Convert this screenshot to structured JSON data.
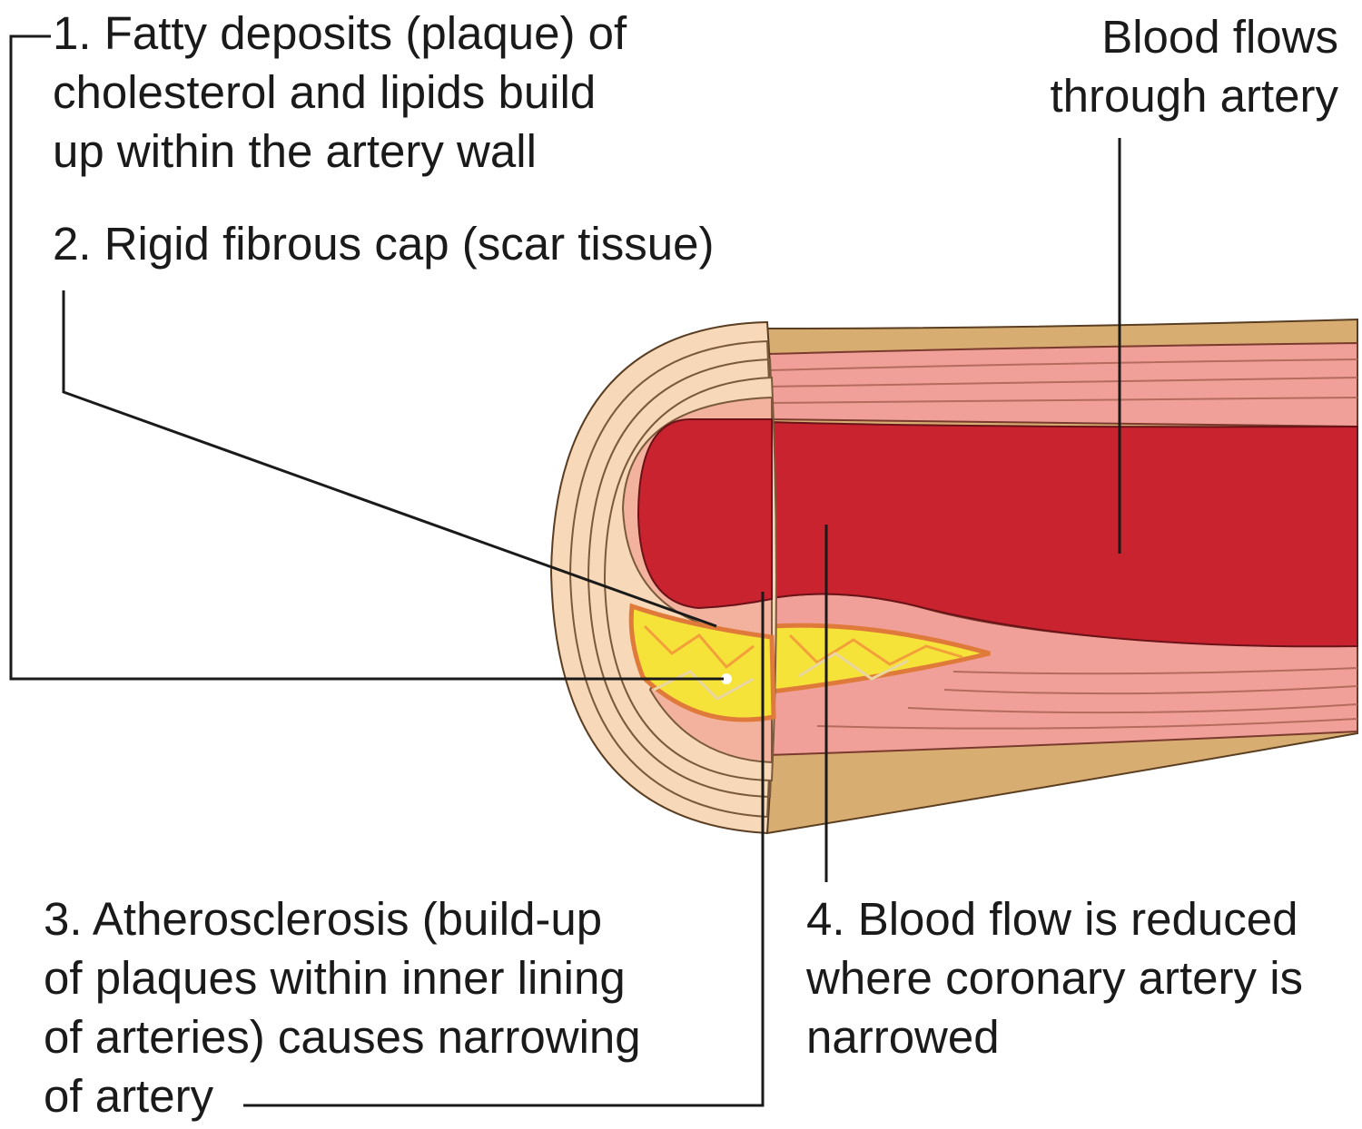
{
  "labels": {
    "fatty_deposits": [
      "1. Fatty deposits (plaque) of",
      "cholesterol and lipids build",
      "up within the artery wall"
    ],
    "fibrous_cap": [
      "2. Rigid fibrous cap (scar tissue)"
    ],
    "blood_flows": [
      "Blood flows",
      "through artery"
    ],
    "atherosclerosis": [
      "3. Atherosclerosis (build-up",
      "of plaques within inner lining",
      "of arteries) causes narrowing",
      "of artery"
    ],
    "blood_flow_reduced": [
      "4. Blood flow is reduced",
      "where coronary artery is",
      "narrowed"
    ]
  },
  "colors": {
    "outer_wall": "#d8ad72",
    "outer_wall_end": "#f7d8b8",
    "muscle_layer": "#f0a098",
    "lumen": "#c8232f",
    "plaque_yellow": "#f6e33a",
    "plaque_orange": "#f08a4a",
    "leader_line": "#1a1a1a"
  }
}
